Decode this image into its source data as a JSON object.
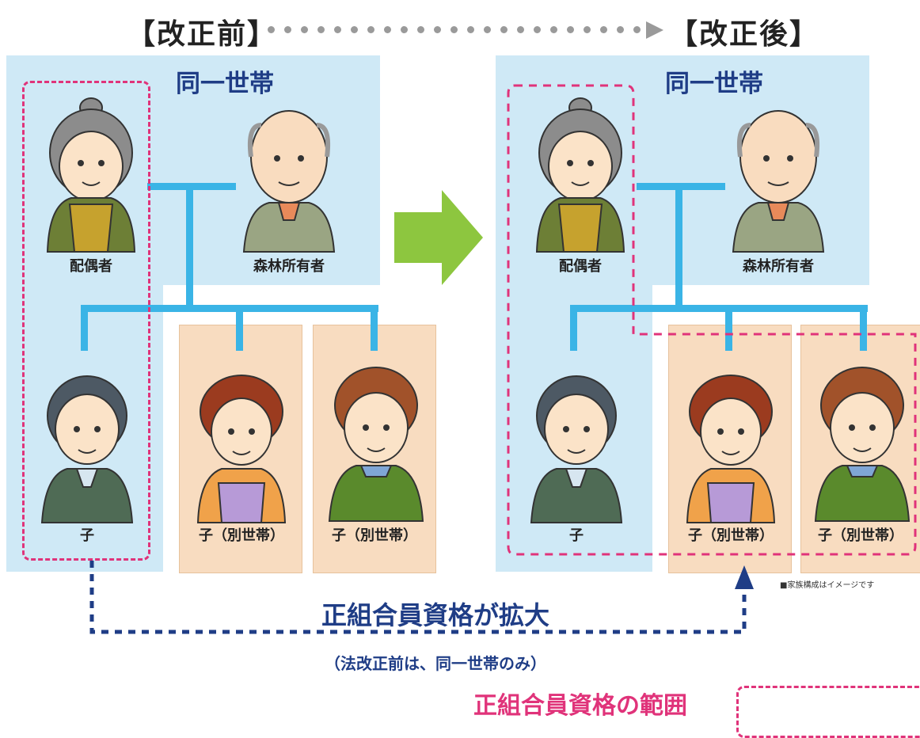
{
  "headings": {
    "before": "【改正前】",
    "after": "【改正後】"
  },
  "household_title": "同一世帯",
  "labels": {
    "spouse": "配偶者",
    "owner": "森林所有者",
    "child": "子",
    "child_sep": "子（別世帯）"
  },
  "banner": {
    "main": "正組合員資格が拡大",
    "sub": "（法改正前は、同一世帯のみ）"
  },
  "note": "■家族構成はイメージです",
  "legend": {
    "label": "正組合員資格の範囲"
  },
  "colors": {
    "household_bg": "#cfe9f6",
    "separate_bg": "#f8dcc0",
    "scope_dash": "#e0337a",
    "connector": "#3ab4e6",
    "banner_text": "#1f3d86",
    "transition_arrow": "#8dc63f"
  }
}
